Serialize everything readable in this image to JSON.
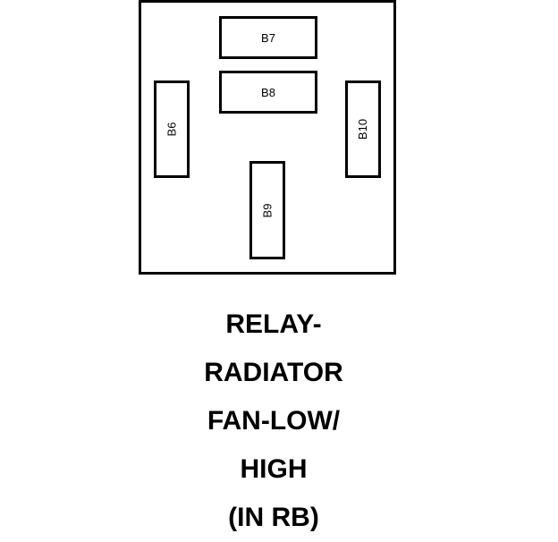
{
  "relay": {
    "terminals": {
      "b6": "B6",
      "b7": "B7",
      "b8": "B8",
      "b9": "B9",
      "b10": "B10"
    }
  },
  "caption": {
    "lines": [
      "RELAY-",
      "RADIATOR",
      "FAN-LOW/",
      "HIGH",
      "(IN RB)"
    ]
  }
}
